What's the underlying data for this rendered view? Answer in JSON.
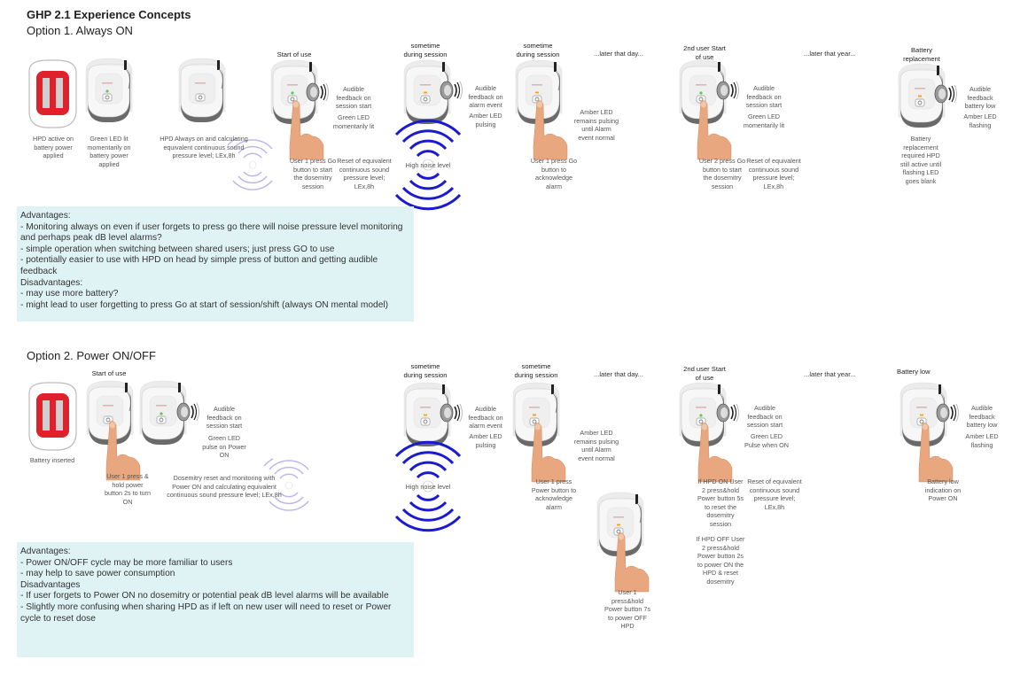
{
  "title": "GHP 2.1 Experience Concepts",
  "option1": {
    "heading": "Option 1. Always ON",
    "steps": {
      "start": "Start of use",
      "during": "sometime\nduring session",
      "during2": "sometime\nduring session",
      "second_user": "2nd user Start\nof use",
      "battery": "Battery\nreplacement"
    },
    "later_day": "...later that day...",
    "later_year": "...later that year...",
    "captions": {
      "hpd_active": "HPD active on\nbattery power\napplied",
      "green_led": "Green LED lit\nmomentarily on\nbattery power\napplied",
      "always_on": "HPD Always on and calculating\nequivalent continuous sound\npressure level; LEx,8h",
      "audible_start": "Audible\nfeedback on\nsession start",
      "green_momentary": "Green LED\nmomentarily lit",
      "user1_go": "User 1 press Go\nbutton to start\nthe dosemitry\nsession",
      "reset1": "Reset of equivalent\ncontinuous sound\npressure level;\nLEx,8h",
      "audible_alarm": "Audible\nfeedback on\nalarm event",
      "amber_pulsing": "Amber LED\npulsing",
      "high_noise": "High noise level",
      "amber_remains": "Amber LED\nremains pulsing\nuntil Alarm\nevent normal",
      "user1_ack": "User 1 press Go\nbutton to\nacknowledge\nalarm",
      "audible_start2": "Audible\nfeedback on\nsession start",
      "green_momentary2": "Green LED\nmomentarily lit",
      "user2_go": "User 2 press Go\nbutton to start\nthe dosemitry\nsession",
      "reset2": "Reset of equivalent\ncontinuous sound\npressure level;\nLEx,8h",
      "audible_batt": "Audible\nfeedback\nbattery low",
      "amber_flash": "Amber LED\nflashing",
      "battery_req": "Battery\nreplacement\nrequired HPD\nstill active until\nflashing LED\ngoes blank"
    },
    "box": [
      "Advantages:",
      "- Monitoring always on even if user forgets to press go there will noise pressure level monitoring and perhaps peak dB level alarms?",
      "- simple operation when switching between shared users; just press GO to use",
      "- potentially easier to use with HPD on head by simple press of button and getting audible feedback",
      "Disadvantages:",
      "- may use more battery?",
      "- might lead to user forgetting to press Go at start of session/shift (always ON mental model)"
    ]
  },
  "option2": {
    "heading": "Option 2. Power ON/OFF",
    "steps": {
      "start": "Start of use",
      "during": "sometime\nduring session",
      "during2": "sometime\nduring session",
      "second_user": "2nd user Start\nof use",
      "battery": "Battery low"
    },
    "later_day": "...later that day...",
    "later_year": "...later that year...",
    "captions": {
      "battery_inserted": "Battery inserted",
      "user1_hold": "User 1 press &\nhold power\nbutton 2s to turn\nON",
      "audible_start": "Audible\nfeedback on\nsession start",
      "green_pulse": "Green LED\npulse on Power\nON",
      "dosemitry_reset": "Dosemitry reset and monitoring with\nPower ON and calculating equivalent\ncontinuous sound pressure level; LEx,8h",
      "audible_alarm": "Audible\nfeedback on\nalarm event",
      "amber_pulsing": "Amber LED\npulsing",
      "high_noise": "High noise level",
      "amber_remains": "Amber LED\nremains pulsing\nuntil Alarm\nevent normal",
      "user1_power_ack": "User 1 press\nPower button to\nacknowledge\nalarm",
      "user1_off": "User 1\npress&hold\nPower button 7s\nto power OFF\nHPD",
      "audible_start2": "Audible\nfeedback on\nsession start",
      "green_pulse_on": "Green LED\nPulse when ON",
      "hpd_on_user2": "If HPD ON User\n2 press&hold\nPower button 5s\nto reset the\ndosemitry\nsession",
      "reset2": "Reset of equivalent\ncontinuous sound\npressure level;\nLEx,8h",
      "hpd_off_user2": "If HPD OFF User\n2 press&hold\nPower button 2s\nto power ON the\nHPD & reset\ndosemitry",
      "audible_batt": "Audible\nfeedback\nbattery low",
      "amber_flash": "Amber LED\nflashing",
      "batt_low_ind": "Battery low\nindication on\nPower ON"
    },
    "box": [
      "Advantages:",
      "- Power ON/OFF cycle may be more familiar to users",
      "- may help to save power consumption",
      "Disadvantages",
      "- If user forgets to Power ON no dosemitry or potential peak dB level alarms will be available",
      "- Slightly more confusing when sharing HPD as if left on new user will need to reset or Power cycle to reset dose"
    ]
  },
  "colors": {
    "battery_red": "#e0202a",
    "led_green": "#5cc85a",
    "led_amber": "#f5a623",
    "wave_blue": "#1a1ad0",
    "wave_light": "#b9b4ee",
    "box_bg": "#dff3f5",
    "skin": "#e8a77f"
  }
}
